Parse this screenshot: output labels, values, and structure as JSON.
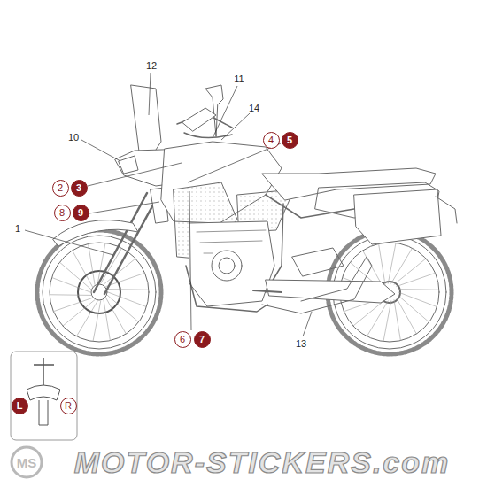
{
  "diagram": {
    "nodes": [
      {
        "text": [
          "4"
        ]
      },
      {
        "text": [
          "5"
        ]
      },
      {
        "text": [
          "2"
        ]
      },
      {
        "text": [
          "3"
        ]
      },
      {
        "text": [
          "8"
        ]
      },
      {
        "text": [
          "9"
        ]
      },
      {
        "text": [
          "6"
        ]
      },
      {
        "text": [
          "7"
        ]
      },
      {
        "text": [
          "L"
        ]
      },
      {
        "text": [
          "R"
        ]
      }
    ],
    "labels": [
      "12",
      "11",
      "14",
      "10",
      "1",
      "13",
      "MS",
      "MOTOR-STICKERS.com"
    ]
  }
}
